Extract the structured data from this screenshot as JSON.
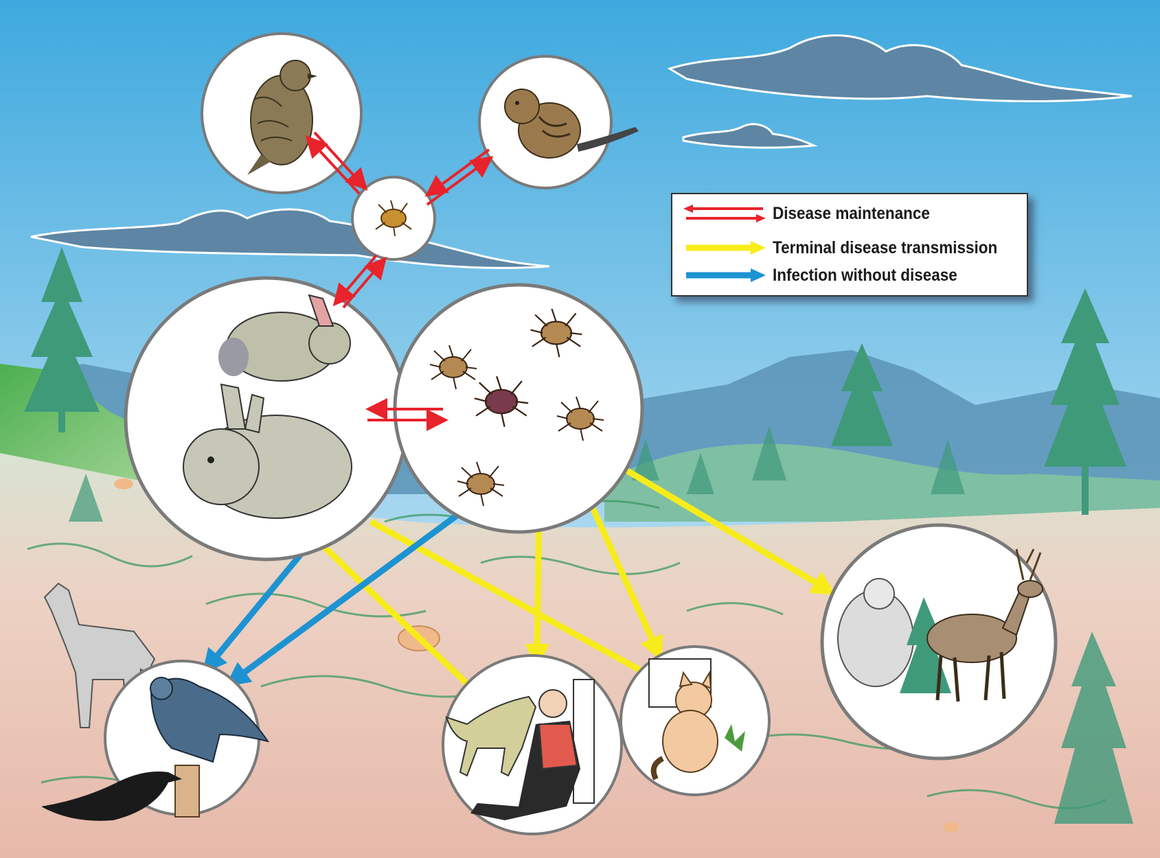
{
  "diagram": {
    "colors": {
      "sky_top": "#3ea9de",
      "sky_bottom": "#d7eef8",
      "ground": "#e8c6b6",
      "hill_green": "#5fb35a",
      "tree_green": "#3f9a7a",
      "mountain": "#5a93b6",
      "cloud": "#5e86a4",
      "maintenance_arrow": "#e8232b",
      "terminal_arrow": "#f7ec1a",
      "infection_arrow": "#1d93d2"
    },
    "legend": {
      "items": [
        {
          "key": "maintenance",
          "label": "Disease maintenance",
          "color": "#e8232b",
          "icon": "double-arrow-icon"
        },
        {
          "key": "terminal",
          "label": "Terminal disease transmission",
          "color": "#f7ec1a",
          "icon": "arrow-right-icon"
        },
        {
          "key": "infection",
          "label": "Infection without disease",
          "color": "#1d93d2",
          "icon": "arrow-right-icon"
        }
      ]
    },
    "nodes": [
      {
        "id": "grouse",
        "icon": "grouse-icon"
      },
      {
        "id": "chipmunk",
        "icon": "chipmunk-icon"
      },
      {
        "id": "tick-single",
        "icon": "tick-icon"
      },
      {
        "id": "rabbits",
        "icon": "rabbit-icon"
      },
      {
        "id": "ticks",
        "icon": "tick-icon"
      },
      {
        "id": "hawk",
        "icon": "hawk-icon"
      },
      {
        "id": "dog-human",
        "icon": "dog-human-icon"
      },
      {
        "id": "cat",
        "icon": "cat-icon"
      },
      {
        "id": "sheep-deer",
        "icon": "sheep-deer-icon"
      }
    ],
    "edges": [
      {
        "from": "grouse",
        "to": "tick-single",
        "type": "maintenance"
      },
      {
        "from": "chipmunk",
        "to": "tick-single",
        "type": "maintenance"
      },
      {
        "from": "tick-single",
        "to": "rabbits",
        "type": "maintenance"
      },
      {
        "from": "rabbits",
        "to": "ticks",
        "type": "maintenance"
      },
      {
        "from": "rabbits",
        "to": "hawk",
        "type": "infection"
      },
      {
        "from": "ticks",
        "to": "hawk",
        "type": "infection"
      },
      {
        "from": "rabbits",
        "to": "dog-human",
        "type": "terminal"
      },
      {
        "from": "rabbits",
        "to": "cat",
        "type": "terminal"
      },
      {
        "from": "ticks",
        "to": "dog-human",
        "type": "terminal"
      },
      {
        "from": "ticks",
        "to": "cat",
        "type": "terminal"
      },
      {
        "from": "ticks",
        "to": "sheep-deer",
        "type": "terminal"
      }
    ]
  }
}
